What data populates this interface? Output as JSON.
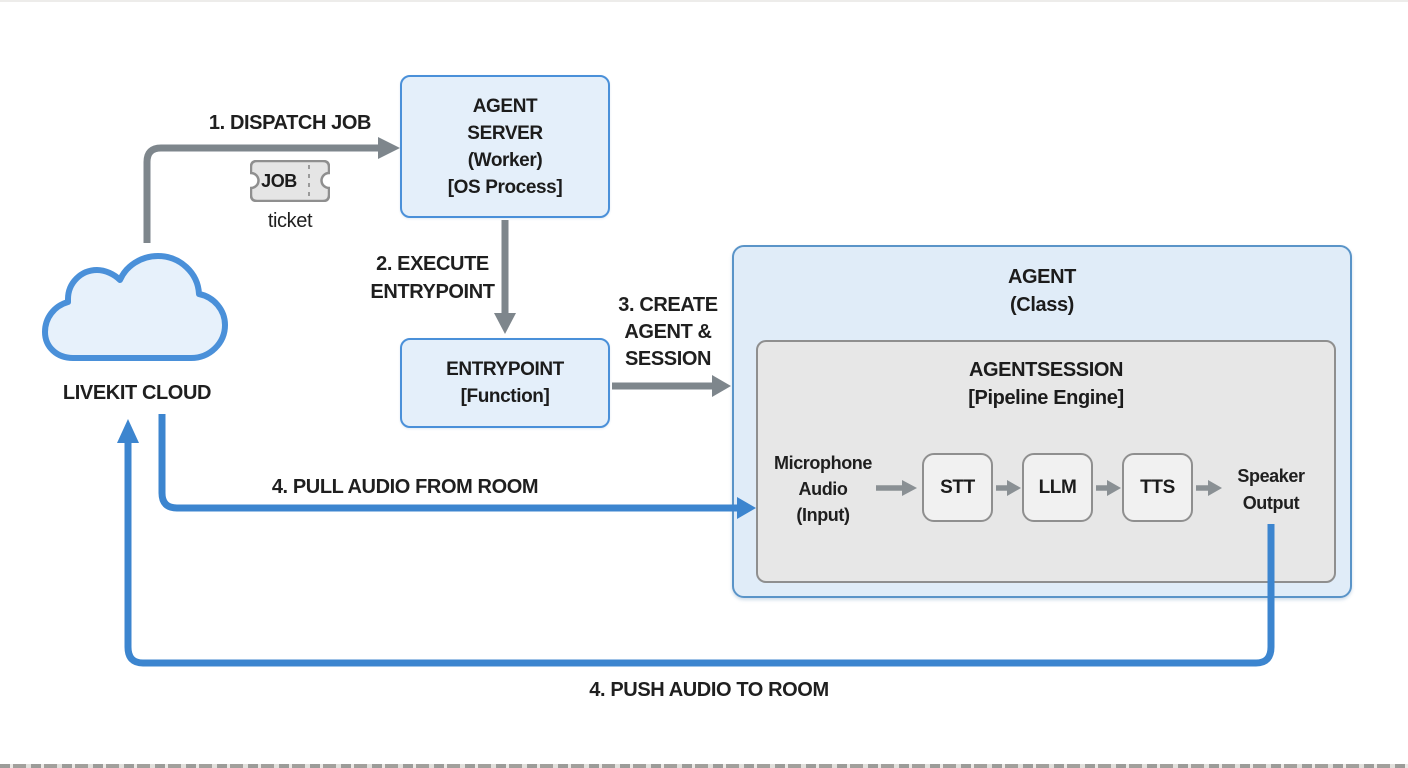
{
  "diagram": {
    "cloud": {
      "label": "LIVEKIT CLOUD"
    },
    "ticket": {
      "text": "JOB",
      "caption": "ticket"
    },
    "arrows": {
      "dispatch": "1. DISPATCH JOB",
      "execute_line1": "2. EXECUTE",
      "execute_line2": "ENTRYPOINT",
      "create_line1": "3. CREATE",
      "create_line2": "AGENT &",
      "create_line3": "SESSION",
      "pull": "4. PULL AUDIO FROM ROOM",
      "push": "4. PUSH AUDIO TO ROOM"
    },
    "agent_server": {
      "line1": "AGENT",
      "line2": "SERVER",
      "line3": "(Worker)",
      "line4": "[OS Process]"
    },
    "entrypoint": {
      "line1": "ENTRYPOINT",
      "line2": "[Function]"
    },
    "agent_class": {
      "line1": "AGENT",
      "line2": "(Class)"
    },
    "agent_session": {
      "line1": "AGENTSESSION",
      "line2": "[Pipeline Engine]"
    },
    "pipeline": {
      "input_line1": "Microphone",
      "input_line2": "Audio",
      "input_line3": "(Input)",
      "stages": [
        "STT",
        "LLM",
        "TTS"
      ],
      "output_line1": "Speaker",
      "output_line2": "Output"
    },
    "colors": {
      "blue_accent": "#3c85cf",
      "box_blue_fill": "#e4effa",
      "box_blue_border": "#4a90d9",
      "gray_fill": "#e7e7e7",
      "gray_border": "#8f8f8f",
      "arrow_gray": "#7e868c"
    }
  }
}
